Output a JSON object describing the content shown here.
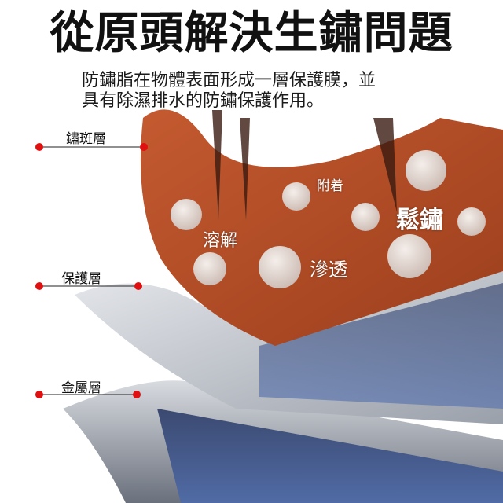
{
  "title": "從原頭解決生鏽問題",
  "subtitle": {
    "line1": "防鏽脂在物體表面形成一層保護膜，並",
    "line2": "具有除濕排水的防鏽保護作用。"
  },
  "layers": [
    {
      "label": "鏽斑層"
    },
    {
      "label": "保護層"
    },
    {
      "label": "金屬層"
    }
  ],
  "actions": {
    "attach": "附着",
    "dissolve": "溶解",
    "penetrate": "滲透",
    "loosen": "鬆鏽"
  },
  "colors": {
    "marker": "#e01010",
    "rust": "#b8512a",
    "metal": "#c9ccd2"
  }
}
